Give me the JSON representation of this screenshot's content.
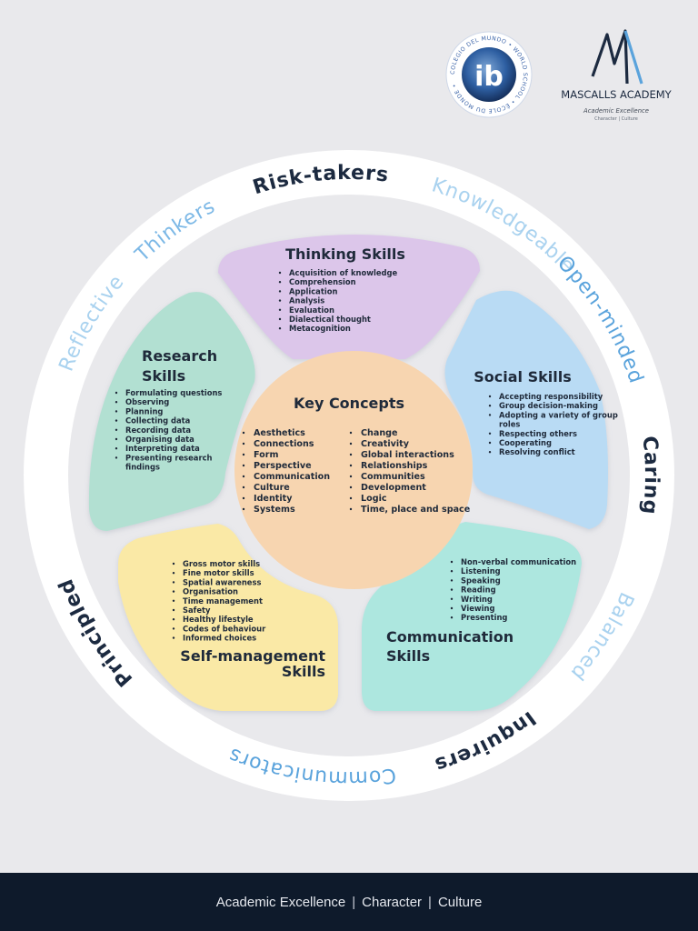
{
  "logos": {
    "ib_ring_text": "COLEGIO DEL MUNDO • WORLD SCHOOL • ÉCOLE DU MONDE •",
    "ib_mark": "ib",
    "school_name": "MASCALLS ACADEMY",
    "school_tagline": "Academic Excellence",
    "school_subtagline": "Character | Culture"
  },
  "attributes": [
    {
      "label": "Reflective",
      "color": "#a9d2ef"
    },
    {
      "label": "Thinkers",
      "color": "#7cb8e6"
    },
    {
      "label": "Risk-takers",
      "color": "#1c2a40"
    },
    {
      "label": "Knowledgeable",
      "color": "#a9d2ef"
    },
    {
      "label": "Open-minded",
      "color": "#5aa3dc"
    },
    {
      "label": "Caring",
      "color": "#1c2a40"
    },
    {
      "label": "Balanced",
      "color": "#a9d2ef"
    },
    {
      "label": "Inquirers",
      "color": "#1c2a40"
    },
    {
      "label": "Communicators",
      "color": "#5aa3dc"
    },
    {
      "label": "Principled",
      "color": "#1c2a40"
    }
  ],
  "skills": {
    "thinking": {
      "title": "Thinking Skills",
      "color": "#dcc6ea",
      "items": [
        "Acquisition of knowledge",
        "Comprehension",
        "Application",
        "Analysis",
        "Evaluation",
        "Dialectical thought",
        "Metacognition"
      ]
    },
    "social": {
      "title": "Social Skills",
      "color": "#b9dbf4",
      "items": [
        "Accepting responsibility",
        "Group decision-making",
        "Adopting a variety of group",
        "roles",
        "Respecting others",
        "Cooperating",
        "Resolving conflict"
      ]
    },
    "communication": {
      "title_line1": "Communication",
      "title_line2": "Skills",
      "color": "#ade7df",
      "items": [
        "Non-verbal communication",
        "Listening",
        "Speaking",
        "Reading",
        "Writing",
        "Viewing",
        "Presenting"
      ]
    },
    "self_management": {
      "title_line1": "Self-management",
      "title_line2": "Skills",
      "color": "#fae9a6",
      "items": [
        "Gross motor skills",
        "Fine motor skills",
        "Spatial awareness",
        "Organisation",
        "Time management",
        "Safety",
        "Healthy lifestyle",
        "Codes of behaviour",
        "Informed choices"
      ]
    },
    "research": {
      "title_line1": "Research",
      "title_line2": "Skills",
      "color": "#b2e0d2",
      "items": [
        "Formulating questions",
        "Observing",
        "Planning",
        "Collecting data",
        "Recording data",
        "Organising data",
        "Interpreting data",
        "Presenting research",
        "findings"
      ]
    }
  },
  "key_concepts": {
    "title": "Key Concepts",
    "color": "#f7d5b0",
    "left": [
      "Aesthetics",
      "Connections",
      "Form",
      "Perspective",
      "Communication",
      "Culture",
      "Identity",
      "Systems"
    ],
    "right": [
      "Change",
      "Creativity",
      "Global interactions",
      "Relationships",
      "Communities",
      "Development",
      "Logic",
      "Time, place and space"
    ]
  },
  "footer": {
    "part1": "Academic Excellence",
    "sep": "|",
    "part2": "Character",
    "part3": "Culture"
  }
}
